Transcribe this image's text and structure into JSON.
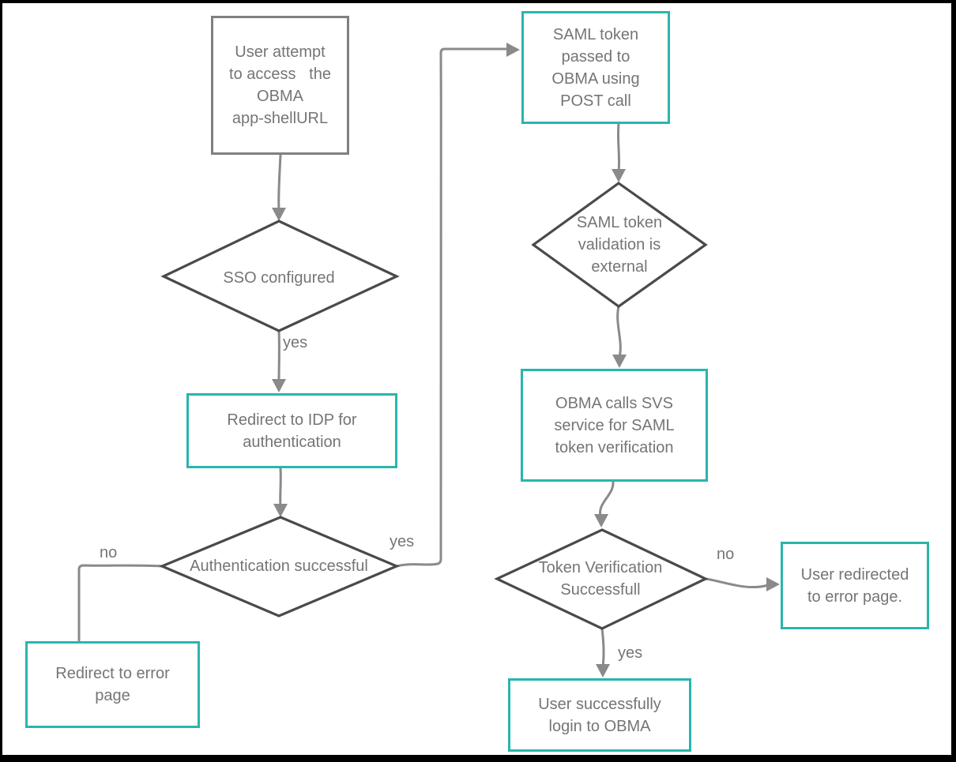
{
  "colors": {
    "accent_teal": "#29b5ae",
    "connector_gray": "#8a8a8a",
    "decision_border": "#4a4a4a",
    "gray_box_border": "#808080",
    "text_gray": "#757575",
    "frame_black": "#000000"
  },
  "nodes": {
    "user_attempt": "User attempt\nto access   the\nOBMA\napp-shellURL",
    "saml_token_post": "SAML token\npassed to\nOBMA using\nPOST call",
    "sso_configured": "SSO configured",
    "saml_validation_external": "SAML token\nvalidation is\nexternal",
    "redirect_idp": "Redirect to IDP for\nauthentication",
    "obma_calls_svs": "OBMA calls SVS\nservice for SAML\ntoken verification",
    "auth_successful": "Authentication successful",
    "token_verification": "Token Verification\nSuccessfull",
    "redirect_error": "Redirect to error\npage",
    "user_redirected_error": "User redirected\nto error page.",
    "user_login_success": "User successfully\nlogin to OBMA"
  },
  "edge_labels": {
    "sso_yes": "yes",
    "auth_no": "no",
    "auth_yes": "yes",
    "token_no": "no",
    "token_yes": "yes"
  }
}
